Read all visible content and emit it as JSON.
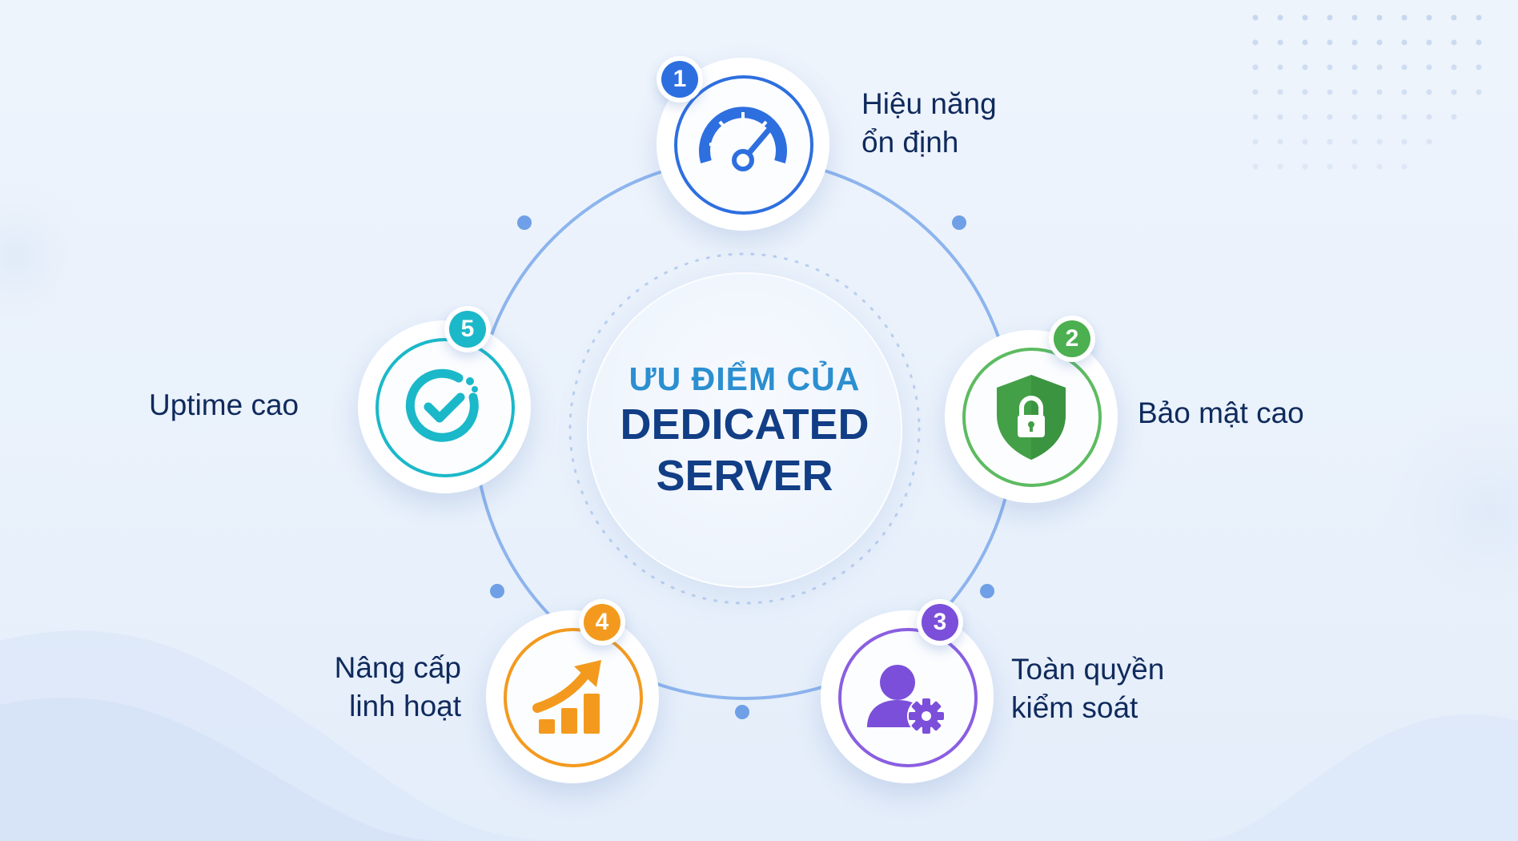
{
  "center": {
    "line1": "ƯU ĐIỂM CỦA",
    "line2": "DEDICATED",
    "line3": "SERVER"
  },
  "features": [
    {
      "number": "1",
      "lines": [
        "Hiệu năng",
        "ổn định"
      ],
      "icon": "speedometer-icon",
      "color": "#2e6fe0"
    },
    {
      "number": "2",
      "lines": [
        "Bảo mật cao"
      ],
      "icon": "shield-lock-icon",
      "color": "#4caf50"
    },
    {
      "number": "3",
      "lines": [
        "Toàn quyền",
        "kiểm soát"
      ],
      "icon": "user-gear-icon",
      "color": "#7b4fd9"
    },
    {
      "number": "4",
      "lines": [
        "Nâng cấp",
        "linh hoạt"
      ],
      "icon": "growth-chart-icon",
      "color": "#f39a1e"
    },
    {
      "number": "5",
      "lines": [
        "Uptime cao"
      ],
      "icon": "check-circle-icon",
      "color": "#1bb8c9"
    }
  ]
}
